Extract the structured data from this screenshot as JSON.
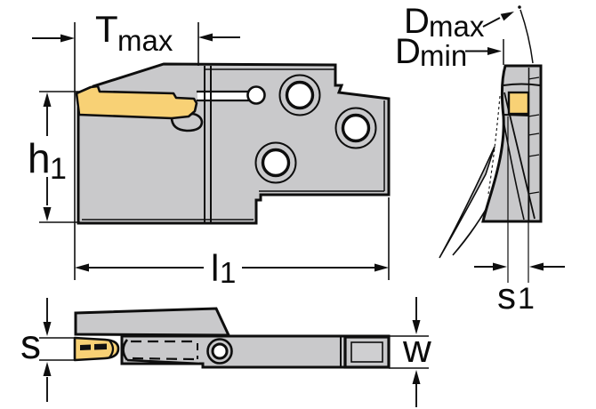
{
  "figure": {
    "type": "technical-drawing",
    "description": "Grooving tool adapter with indexable insert, three orthographic views with dimension callouts",
    "colors": {
      "body_gray": "#C9C9CB",
      "insert_gold": "#F8D175",
      "line_black": "#0E0E0E",
      "background": "#FFFFFF"
    },
    "views": {
      "front": {
        "labels": {
          "t_max": {
            "base": "T",
            "sub": "max"
          },
          "h1": {
            "base": "h",
            "sub": "1"
          },
          "l1": {
            "base": "l",
            "sub": "1"
          }
        }
      },
      "end": {
        "labels": {
          "d_max": {
            "base": "D",
            "sub": "max"
          },
          "d_min": {
            "base": "D",
            "sub": "min"
          },
          "s1": {
            "base": "s",
            "sub": "1"
          }
        }
      },
      "top": {
        "labels": {
          "s": "s",
          "w": "w"
        }
      }
    }
  }
}
